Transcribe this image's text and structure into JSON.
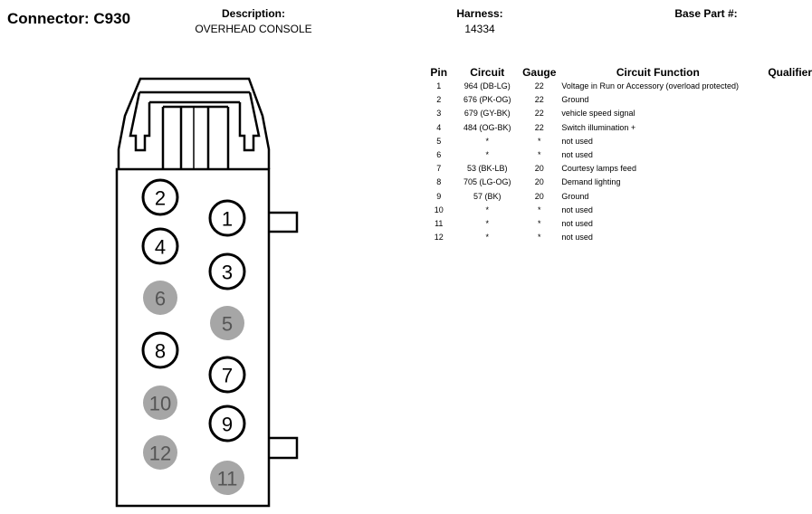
{
  "header": {
    "connector_title": "Connector: C930",
    "description_label": "Description:",
    "description_value": "OVERHEAD CONSOLE",
    "harness_label": "Harness:",
    "harness_value": "14334",
    "base_part_label": "Base Part #:"
  },
  "table": {
    "headers": {
      "pin": "Pin",
      "circuit": "Circuit",
      "gauge": "Gauge",
      "function": "Circuit Function",
      "qualifier": "Qualifier"
    },
    "rows": [
      {
        "pin": "1",
        "circuit": "964 (DB-LG)",
        "gauge": "22",
        "function": "Voltage in Run or Accessory (overload protected)",
        "qualifier": ""
      },
      {
        "pin": "2",
        "circuit": "676 (PK-OG)",
        "gauge": "22",
        "function": "Ground",
        "qualifier": ""
      },
      {
        "pin": "3",
        "circuit": "679 (GY-BK)",
        "gauge": "22",
        "function": "vehicle speed signal",
        "qualifier": ""
      },
      {
        "pin": "4",
        "circuit": "484 (OG-BK)",
        "gauge": "22",
        "function": "Switch illumination +",
        "qualifier": ""
      },
      {
        "pin": "5",
        "circuit": "*",
        "gauge": "*",
        "function": "not used",
        "qualifier": ""
      },
      {
        "pin": "6",
        "circuit": "*",
        "gauge": "*",
        "function": "not used",
        "qualifier": ""
      },
      {
        "pin": "7",
        "circuit": "53 (BK-LB)",
        "gauge": "20",
        "function": "Courtesy lamps feed",
        "qualifier": ""
      },
      {
        "pin": "8",
        "circuit": "705 (LG-OG)",
        "gauge": "20",
        "function": "Demand lighting",
        "qualifier": ""
      },
      {
        "pin": "9",
        "circuit": "57 (BK)",
        "gauge": "20",
        "function": "Ground",
        "qualifier": ""
      },
      {
        "pin": "10",
        "circuit": "*",
        "gauge": "*",
        "function": "not used",
        "qualifier": ""
      },
      {
        "pin": "11",
        "circuit": "*",
        "gauge": "*",
        "function": "not used",
        "qualifier": ""
      },
      {
        "pin": "12",
        "circuit": "*",
        "gauge": "*",
        "function": "not used",
        "qualifier": ""
      }
    ]
  },
  "connector": {
    "used_pin_color": "#ffffff",
    "unused_pin_color": "#a6a6a6",
    "pins": [
      {
        "label": "2",
        "used": true
      },
      {
        "label": "1",
        "used": true
      },
      {
        "label": "4",
        "used": true
      },
      {
        "label": "3",
        "used": true
      },
      {
        "label": "6",
        "used": false
      },
      {
        "label": "5",
        "used": false
      },
      {
        "label": "8",
        "used": true
      },
      {
        "label": "7",
        "used": true
      },
      {
        "label": "10",
        "used": false
      },
      {
        "label": "9",
        "used": true
      },
      {
        "label": "12",
        "used": false
      },
      {
        "label": "11",
        "used": false
      }
    ]
  }
}
